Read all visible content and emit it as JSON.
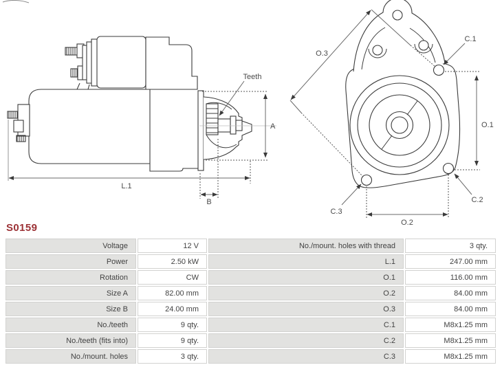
{
  "part_number": "S0159",
  "colors": {
    "part_number": "#9c3236",
    "outline": "#3a3a3a",
    "dimension_line": "#6a6a6a",
    "table_label_bg": "#e2e2e0",
    "table_border": "#d2d2d0",
    "table_text": "#424242"
  },
  "diagram": {
    "side_view_labels": {
      "teeth": "Teeth",
      "a": "A",
      "b": "B",
      "l1": "L.1"
    },
    "front_view_labels": {
      "o1": "O.1",
      "o2": "O.2",
      "o3": "O.3",
      "c1": "C.1",
      "c2": "C.2",
      "c3": "C.3"
    }
  },
  "table": {
    "rows": [
      {
        "label_left": "Voltage",
        "value_left": "12 V",
        "label_right": "No./mount. holes with thread",
        "value_right": "3 qty."
      },
      {
        "label_left": "Power",
        "value_left": "2.50 kW",
        "label_right": "L.1",
        "value_right": "247.00 mm"
      },
      {
        "label_left": "Rotation",
        "value_left": "CW",
        "label_right": "O.1",
        "value_right": "116.00 mm"
      },
      {
        "label_left": "Size A",
        "value_left": "82.00 mm",
        "label_right": "O.2",
        "value_right": "84.00 mm"
      },
      {
        "label_left": "Size B",
        "value_left": "24.00 mm",
        "label_right": "O.3",
        "value_right": "84.00 mm"
      },
      {
        "label_left": "No./teeth",
        "value_left": "9 qty.",
        "label_right": "C.1",
        "value_right": "M8x1.25 mm"
      },
      {
        "label_left": "No./teeth (fits into)",
        "value_left": "9 qty.",
        "label_right": "C.2",
        "value_right": "M8x1.25 mm"
      },
      {
        "label_left": "No./mount. holes",
        "value_left": "3 qty.",
        "label_right": "C.3",
        "value_right": "M8x1.25 mm"
      }
    ]
  }
}
